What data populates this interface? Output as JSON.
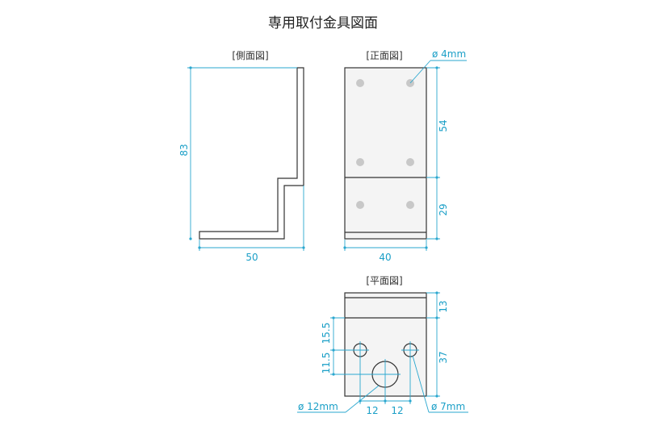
{
  "title": "専用取付金具図面",
  "views": {
    "side": {
      "label": "[側面図]",
      "height": "83",
      "width": "50"
    },
    "front": {
      "label": "[正面図]",
      "hole_dia": "ø 4mm",
      "upper": "54",
      "lower": "29",
      "width": "40"
    },
    "plan": {
      "label": "[平面図]",
      "top_depth": "13",
      "bottom_depth": "37",
      "dim_a": "15.5",
      "dim_b": "11.5",
      "large_hole": "ø 12mm",
      "small_hole": "ø 7mm",
      "spacing_left": "12",
      "spacing_right": "12"
    }
  },
  "colors": {
    "dimension": "#2aa7cf",
    "outline": "#333333",
    "hole": "#c8c8c8"
  }
}
